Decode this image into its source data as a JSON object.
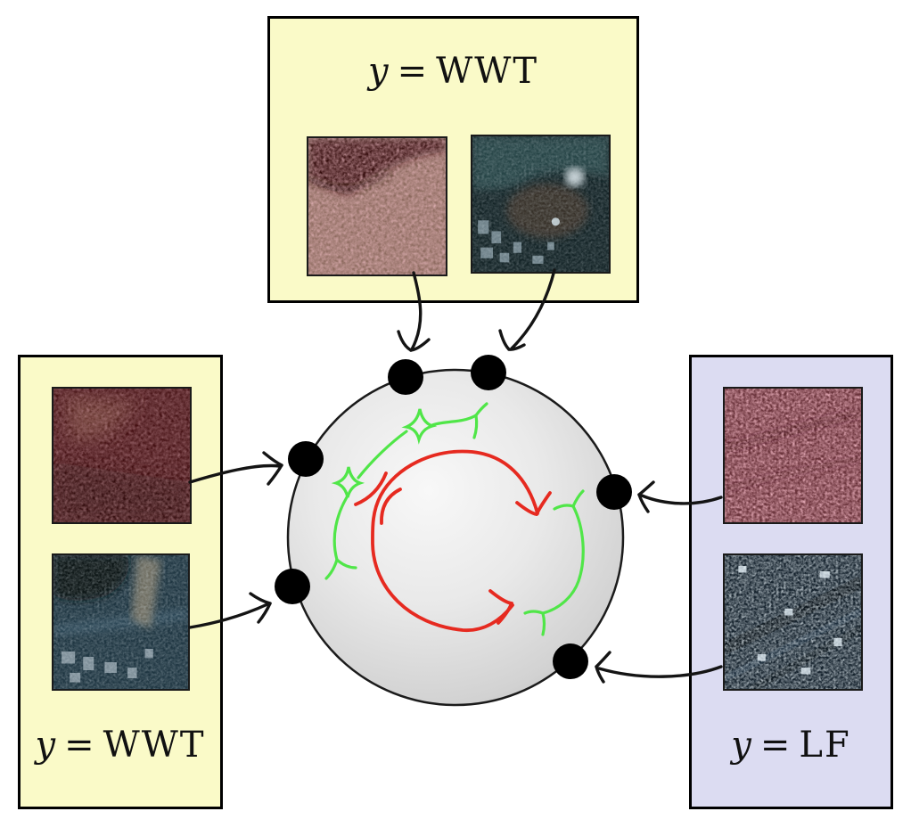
{
  "groups": {
    "top": {
      "var": "y",
      "rel": "=",
      "value": "WWT"
    },
    "left": {
      "var": "y",
      "rel": "=",
      "value": "WWT"
    },
    "right": {
      "var": "y",
      "rel": "=",
      "value": "LF"
    }
  },
  "colors": {
    "group_yellow": "#fafac8",
    "group_lavender": "#dcdcf2",
    "attract_green": "#50e648",
    "repel_red": "#e62a20",
    "embedding_point": "#000000",
    "sphere_rim": "#1b1b1b"
  },
  "images": {
    "top": [
      "infrared-terrain-patch",
      "coastal-island-patch"
    ],
    "left": [
      "infrared-forest-patch",
      "harbor-industry-patch"
    ],
    "right": [
      "infrared-residential-patch",
      "dark-urban-patch"
    ]
  },
  "sphere": {
    "embedding_points": 6
  }
}
